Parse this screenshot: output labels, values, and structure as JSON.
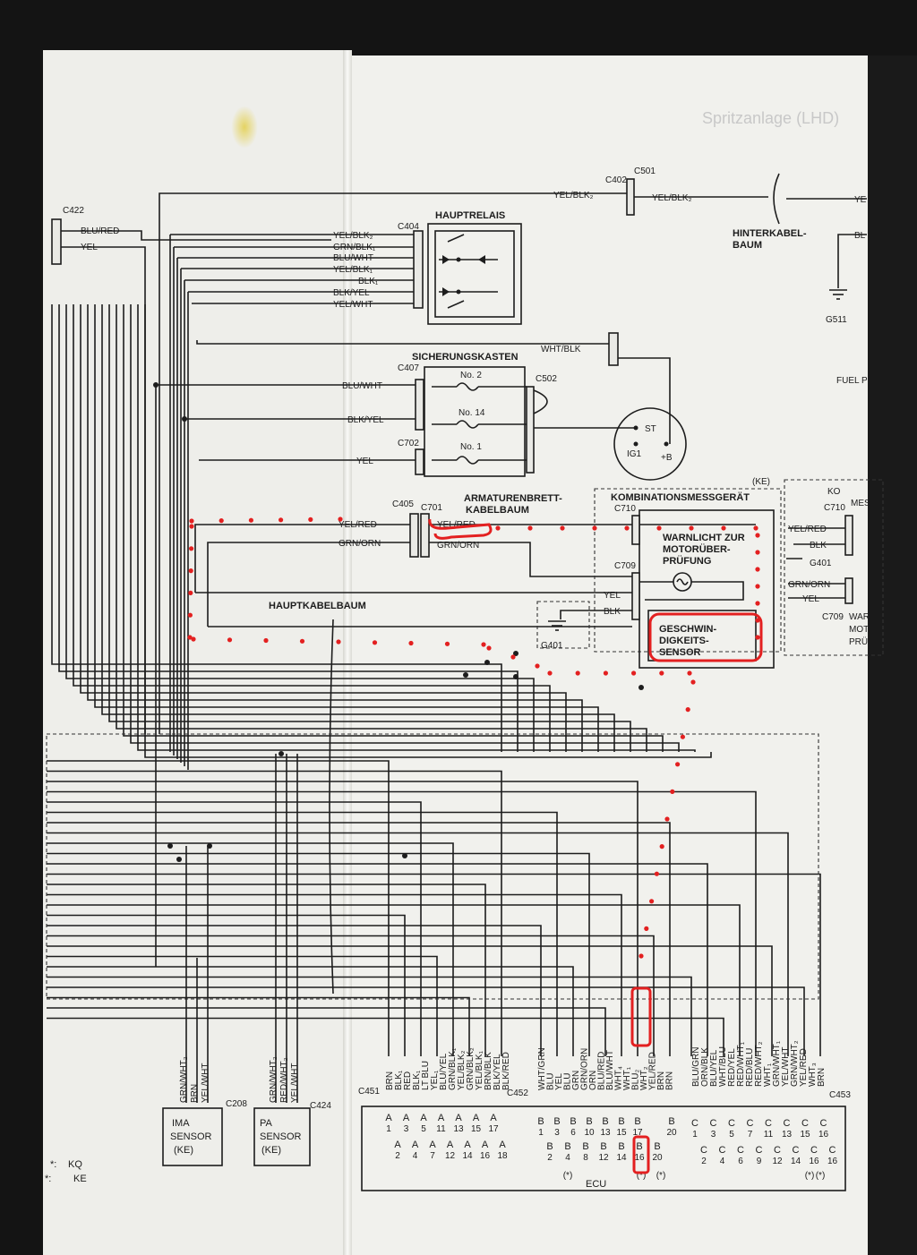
{
  "connectors": {
    "c422": "C422",
    "c404": "C404",
    "c402": "C402",
    "c501": "C501",
    "c407": "C407",
    "c502": "C502",
    "c702": "C702",
    "c405": "C405",
    "c701": "C701",
    "c710": "C710",
    "c709": "C709",
    "c208": "C208",
    "c424": "C424",
    "c451": "C451",
    "c452": "C452",
    "c453": "C453",
    "c710r": "C710",
    "c709r": "C709"
  },
  "grounds": {
    "g511": "G511",
    "g401": "G401",
    "g401r": "G401"
  },
  "blocks": {
    "hauptrelais": "HAUPTRELAIS",
    "sicherungskasten": "SICHERUNGSKASTEN",
    "hinterkabel": [
      "HINTERKABEL-",
      "BAUM"
    ],
    "armaturen": [
      "ARMATURENBRETT-",
      "KABELBAUM"
    ],
    "kombination": "KOMBINATIONSMESSGERÄT",
    "ke": "(KE)",
    "warnlicht": [
      "WARNLICHT ZUR",
      "MOTORÜBER-",
      "PRÜFUNG"
    ],
    "geschwin": [
      "GESCHWIN-",
      "DIGKEITS-",
      "SENSOR"
    ],
    "hauptkabel": "HAUPTKABELBAUM",
    "ima": [
      "IMA",
      "SENSOR",
      "(KE)"
    ],
    "pa": [
      "PA",
      "SENSOR",
      "(KE)"
    ],
    "ecu": "ECU",
    "fuel": "FUEL P",
    "ghost_title": "Spritzanlage (LHD)",
    "right_partial": [
      "KO",
      "MES",
      "WAR",
      "MOT",
      "PRÜ"
    ]
  },
  "fuses": {
    "f2": "No. 2",
    "f14": "No. 14",
    "f1": "No. 1"
  },
  "ignition": {
    "st": "ST",
    "ig1": "IG1",
    "b": "+B"
  },
  "wires": {
    "c422": [
      "BLU/RED",
      "YEL"
    ],
    "relay": [
      "YEL/BLK₂",
      "GRN/BLK₁",
      "BLU/WHT",
      "YEL/BLK₁",
      "BLK₁",
      "BLK/YEL",
      "YEL/WHT"
    ],
    "top_run": "YEL/BLK₂",
    "c501_out": "YEL/BLK₂",
    "right_top": [
      "YE",
      "BL"
    ],
    "wht_blk": "WHT/BLK",
    "fuse": [
      "BLU/WHT",
      "BLK/YEL",
      "YEL"
    ],
    "dash": [
      "YEL/RED",
      "GRN/ORN"
    ],
    "c701_out": [
      "YEL/RED",
      "GRN/ORN"
    ],
    "comb": [
      "YEL",
      "BLK"
    ],
    "right_comb": [
      "YEL/RED",
      "BLK",
      "GRN/ORN",
      "YEL"
    ],
    "ima": [
      "GRN/WHT₂",
      "BRN",
      "YEL/WHT"
    ],
    "pa": [
      "GRN/WHT₂",
      "RED/WHT₂",
      "YEL/WHT"
    ],
    "ecu_a": [
      "BRN",
      "BLK₁",
      "RED",
      "BLK₁",
      "LT BLU",
      "YEL₁",
      "BLU/YEL",
      "GRN/BLK₁",
      "YEL/BLK₂",
      "GRN/BLK₂",
      "YEL/BLK₁",
      "BRN/BLK",
      "BLK/YEL",
      "BLK/RED"
    ],
    "ecu_b": [
      "WHT/GRN",
      "BLU",
      "YEL",
      "BLU",
      "GRN",
      "GRN/ORN",
      "ORN",
      "BLU/RED",
      "BLU/WHT",
      "WHT₄",
      "WHT₁",
      "BLU₂",
      "WHT₂",
      "YEL/RED",
      "BRN",
      "BRN"
    ],
    "ecu_c": [
      "BLU/GRN",
      "ORN/BLK",
      "BLU/YEL",
      "WHT/BLU",
      "RED/YEL",
      "RED/WHT₁",
      "RED/BLU",
      "RED/WHT₂",
      "WHT₁",
      "GRN/WHT₁",
      "YEL/WHT",
      "GRN/WHT₂",
      "YEL/RED",
      "WHT₃",
      "BRN"
    ]
  },
  "pins": {
    "a_top": [
      "A",
      "A",
      "A",
      "A",
      "A",
      "A",
      "A"
    ],
    "a_top_n": [
      "1",
      "3",
      "5",
      "11",
      "13",
      "15",
      "17"
    ],
    "a_bot": [
      "A",
      "A",
      "A",
      "A",
      "A",
      "A",
      "A"
    ],
    "a_bot_n": [
      "2",
      "4",
      "7",
      "12",
      "14",
      "16",
      "18"
    ],
    "b_top": [
      "B",
      "B",
      "B",
      "B",
      "B",
      "B",
      "B"
    ],
    "b_top_n": [
      "1",
      "3",
      "6",
      "10",
      "13",
      "15",
      "17"
    ],
    "b_top2": [
      "B"
    ],
    "b_top2_n": [
      "20"
    ],
    "b_bot": [
      "B",
      "B",
      "B",
      "B",
      "B",
      "B",
      "B"
    ],
    "b_bot_n": [
      "2",
      "4",
      "8",
      "12",
      "14",
      "16",
      "20"
    ],
    "c_top": [
      "C",
      "C",
      "C",
      "C",
      "C",
      "C",
      "C",
      "C"
    ],
    "c_top_n": [
      "1",
      "3",
      "5",
      "7",
      "11",
      "13",
      "15",
      "16"
    ],
    "c_bot": [
      "C",
      "C",
      "C",
      "C",
      "C",
      "C",
      "C",
      "C"
    ],
    "c_bot_n": [
      "2",
      "4",
      "6",
      "9",
      "12",
      "14",
      "16",
      "16"
    ],
    "stars": [
      "(*)",
      "(*)",
      "(*)",
      "(*)",
      "(*)"
    ]
  },
  "legend": [
    {
      "mark": "*:",
      "text": "KQ"
    },
    {
      "mark": "*:",
      "text": "KE"
    }
  ],
  "colors": {
    "paper": "#f1f1ed",
    "ink": "#1d1d1d",
    "annotation": "#e32020",
    "background": "#141414"
  }
}
